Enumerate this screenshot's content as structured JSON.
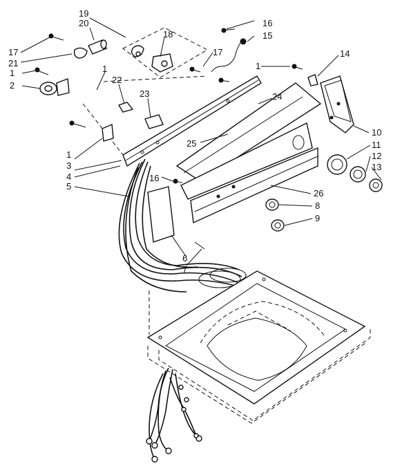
{
  "callouts": [
    {
      "id": "c19",
      "text": "19"
    },
    {
      "id": "c20",
      "text": "20"
    },
    {
      "id": "c17a",
      "text": "17"
    },
    {
      "id": "c21",
      "text": "21"
    },
    {
      "id": "c18",
      "text": "18"
    },
    {
      "id": "c16a",
      "text": "16"
    },
    {
      "id": "c15",
      "text": "15"
    },
    {
      "id": "c17b",
      "text": "17"
    },
    {
      "id": "c14",
      "text": "14"
    },
    {
      "id": "c1a",
      "text": "1"
    },
    {
      "id": "c1b",
      "text": "1"
    },
    {
      "id": "c1c",
      "text": "1"
    },
    {
      "id": "c2",
      "text": "2"
    },
    {
      "id": "c22",
      "text": "22"
    },
    {
      "id": "c23",
      "text": "23"
    },
    {
      "id": "c24",
      "text": "24"
    },
    {
      "id": "c25",
      "text": "25"
    },
    {
      "id": "c10",
      "text": "10"
    },
    {
      "id": "c11",
      "text": "11"
    },
    {
      "id": "c12",
      "text": "12"
    },
    {
      "id": "c13",
      "text": "13"
    },
    {
      "id": "c1d",
      "text": "1"
    },
    {
      "id": "c3",
      "text": "3"
    },
    {
      "id": "c4",
      "text": "4"
    },
    {
      "id": "c5",
      "text": "5"
    },
    {
      "id": "c16b",
      "text": "16"
    },
    {
      "id": "c26",
      "text": "26"
    },
    {
      "id": "c8",
      "text": "8"
    },
    {
      "id": "c9",
      "text": "9"
    },
    {
      "id": "c6",
      "text": "6"
    },
    {
      "id": "c7",
      "text": "7"
    }
  ]
}
